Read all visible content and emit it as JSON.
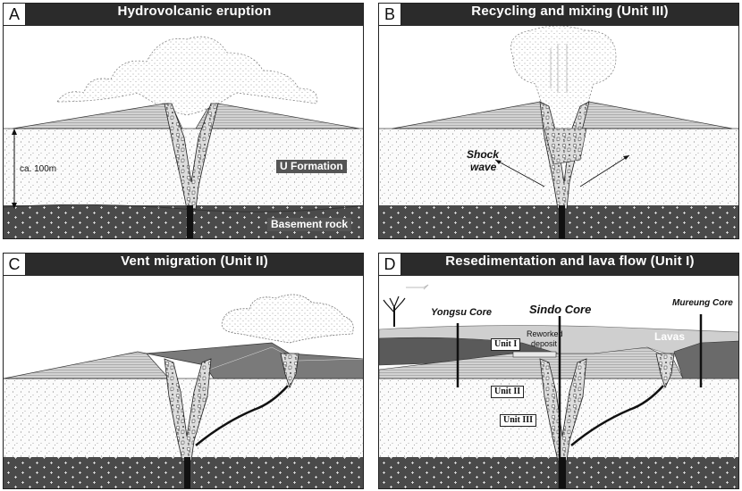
{
  "panels": {
    "a": {
      "letter": "A",
      "title": "Hydrovolcanic eruption",
      "depth_label": "ca. 100m",
      "formation_label": "U Formation",
      "basement_label": "Basement rock"
    },
    "b": {
      "letter": "B",
      "title": "Recycling and mixing (Unit III)",
      "shock_label_1": "Shock",
      "shock_label_2": "wave"
    },
    "c": {
      "letter": "C",
      "title": "Vent migration (Unit II)"
    },
    "d": {
      "letter": "D",
      "title": "Resedimentation and lava flow (Unit I)",
      "yongsu_core": "Yongsu Core",
      "sindo_core": "Sindo Core",
      "mureung_core": "Mureung Core",
      "lavas_label": "Lavas",
      "reworked_1": "Reworked",
      "reworked_2": "deposit",
      "unit_i": "Unit I",
      "unit_ii": "Unit II",
      "unit_iii": "Unit III"
    }
  },
  "colors": {
    "header": "#2b2b2b",
    "basement": "#4a4a4a",
    "lava": "#5a5a5a",
    "ground_dots": "#9a9a9a"
  }
}
